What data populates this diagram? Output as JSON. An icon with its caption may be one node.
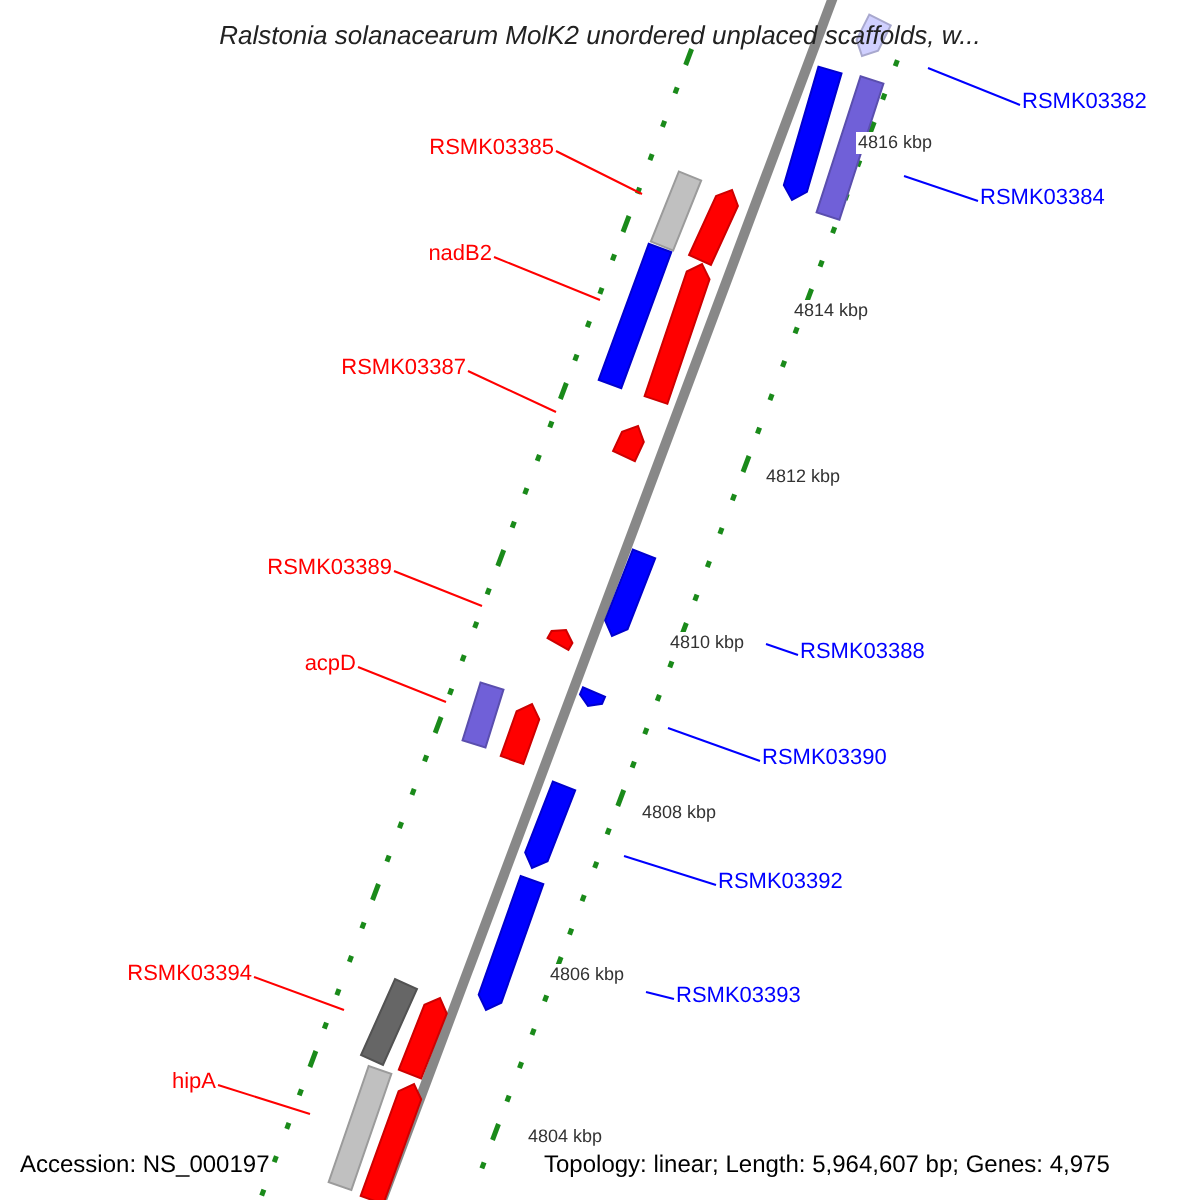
{
  "diagram": {
    "title": "Ralstonia solanacearum MolK2 unordered unplaced scaffolds, w...",
    "nodes": [
      {
        "text": [
          "RSMK03382"
        ]
      },
      {
        "text": [
          "RSMK03385"
        ]
      },
      {
        "text": [
          "RSMK03384"
        ]
      },
      {
        "text": [
          "nadB2"
        ]
      },
      {
        "text": [
          "RSMK03387"
        ]
      },
      {
        "text": [
          "RSMK03389"
        ]
      },
      {
        "text": [
          "RSMK03388"
        ]
      },
      {
        "text": [
          "acpD"
        ]
      },
      {
        "text": [
          "RSMK03390"
        ]
      },
      {
        "text": [
          "RSMK03392"
        ]
      },
      {
        "text": [
          "RSMK03394"
        ]
      },
      {
        "text": [
          "RSMK03393"
        ]
      },
      {
        "text": [
          "hipA"
        ]
      }
    ],
    "edges": [
      {
        "from": 0,
        "to": null,
        "arrow": "none",
        "color": "#0000ff"
      },
      {
        "from": 1,
        "to": null,
        "arrow": "none"
      },
      {
        "from": 2,
        "to": null,
        "arrow": "none",
        "color": "#0000ff"
      },
      {
        "from": 3,
        "to": null,
        "arrow": "none"
      },
      {
        "from": 4,
        "to": null,
        "arrow": "none"
      },
      {
        "from": 5,
        "to": null,
        "arrow": "none"
      },
      {
        "from": 6,
        "to": null,
        "arrow": "none",
        "color": "#0000ff"
      },
      {
        "from": 7,
        "to": null,
        "arrow": "none"
      },
      {
        "from": 8,
        "to": null,
        "arrow": "none",
        "color": "#0000ff"
      },
      {
        "from": 9,
        "to": null,
        "arrow": "none",
        "color": "#0000ff"
      },
      {
        "from": 10,
        "to": null,
        "arrow": "none"
      },
      {
        "from": 11,
        "to": null,
        "arrow": "none",
        "color": "#0000ff"
      },
      {
        "from": 12,
        "to": null,
        "arrow": "none"
      }
    ],
    "labels": [
      "4816 kbp",
      "4814 kbp",
      "4812 kbp",
      "4810 kbp",
      "4808 kbp",
      "4806 kbp",
      "4804 kbp",
      "Accession: NS_000197",
      "Topology: linear; Length: 5,964,607 bp; Genes: 4,975"
    ]
  }
}
